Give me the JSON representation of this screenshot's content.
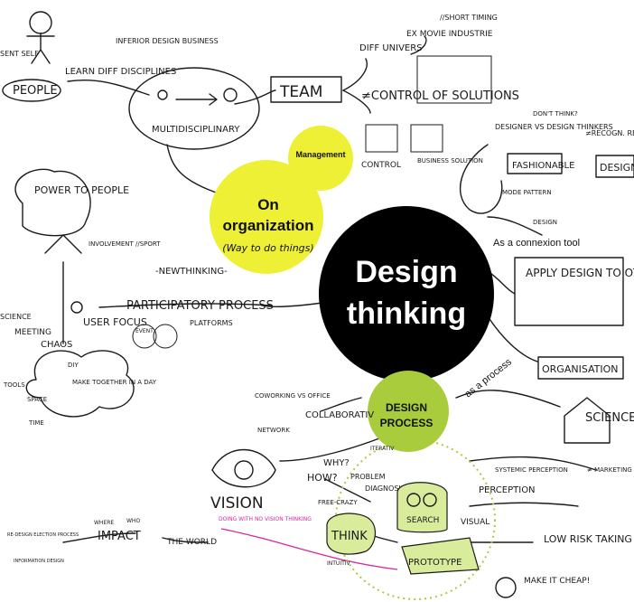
{
  "hub": {
    "line1": "Design",
    "line2": "thinking"
  },
  "org": {
    "line1": "On",
    "line2": "organization",
    "line3": "(Way to do things)",
    "tag": "Management"
  },
  "process": {
    "line1": "DESIGN",
    "line2": "PROCESS"
  },
  "labels": {
    "people": "PEOPLE",
    "learn": "LEARN DIFF DISCIPLINES",
    "inferior": "INFERIOR DESIGN BUSINESS",
    "multi": "MULTIDISCIPLINARY",
    "team": "TEAM",
    "diff_univers": "DIFF UNIVERS",
    "movie": "EX MOVIE INDUSTRIE",
    "short_timing": "//SHORT TIMING",
    "control": "≠CONTROL OF SOLUTIONS",
    "control_small": "CONTROL",
    "business_solution": "BUSINESS SOLUTION",
    "designer_vs": "DESIGNER VS DESIGN THINKERS",
    "dont_think": "DON'T THINK?",
    "fashionable": "FASHIONABLE",
    "mode": "MODE PATTERN",
    "design_tag": "DESIGN",
    "recruit": "≠RECOGN. RECRUTE",
    "design_edge": "DESIGN",
    "connexion": "As a connexion tool",
    "apply": "APPLY DESIGN TO OTHER FIELDS",
    "organisation": "ORGANISATION",
    "science": "SCIENCE RESEAR",
    "as_process": "as a process",
    "power": "POWER TO PEOPLE",
    "involvement": "INVOLVEMENT //SPORT",
    "newthinking": "-NEWTHINKING-",
    "participatory": "PARTICIPATORY PROCESS",
    "user_focus": "USER FOCUS",
    "meeting": "MEETING",
    "chaos": "CHAOS",
    "science_left": "SCIENCE",
    "platforms": "PLATFORMS",
    "event": "EVENT",
    "diy": "DIY",
    "make_together": "MAKE TOGETHER IN A DAY",
    "tools": "TOOLS",
    "space": "SPACE",
    "time": "TIME",
    "coworking": "COWORKING VS OFFICE",
    "network": "NETWORK",
    "collaborativ": "COLLABORATIV",
    "vision": "VISION",
    "vision_note": "DOING WITH NO VISION THINKING",
    "why": "WHY?",
    "how": "HOW?",
    "problem": "PROBLEM",
    "diagnosis": "DIAGNOSIS",
    "iteratif": "ITERATIV",
    "free_crazy": "FREE-CRAZY",
    "intuitiv": "INTUITIV",
    "think": "THINK",
    "search": "SEARCH",
    "visual": "VISUAL",
    "prototype": "PROTOTYPE",
    "systemic": "SYSTEMIC PERCEPTION",
    "marketing": "≠ MARKETING RES",
    "perception": "PERCEPTION",
    "low_risk": "LOW RISK TAKING",
    "make_cheap": "MAKE IT CHEAP!",
    "impact": "IMPACT",
    "the_world": "THE WORLD",
    "where": "WHERE",
    "who": "WHO",
    "redesign": "RE-DESIGN ELECTION PROCESS",
    "information": "INFORMATION DESIGN",
    "sent_self": "SENT SELF"
  },
  "colors": {
    "yellow": "#eef036",
    "green": "#a8cc3c",
    "hub": "#000000",
    "ink": "#1a1a1a",
    "accent": "#d6279b",
    "light_green": "#d9ec9b"
  }
}
